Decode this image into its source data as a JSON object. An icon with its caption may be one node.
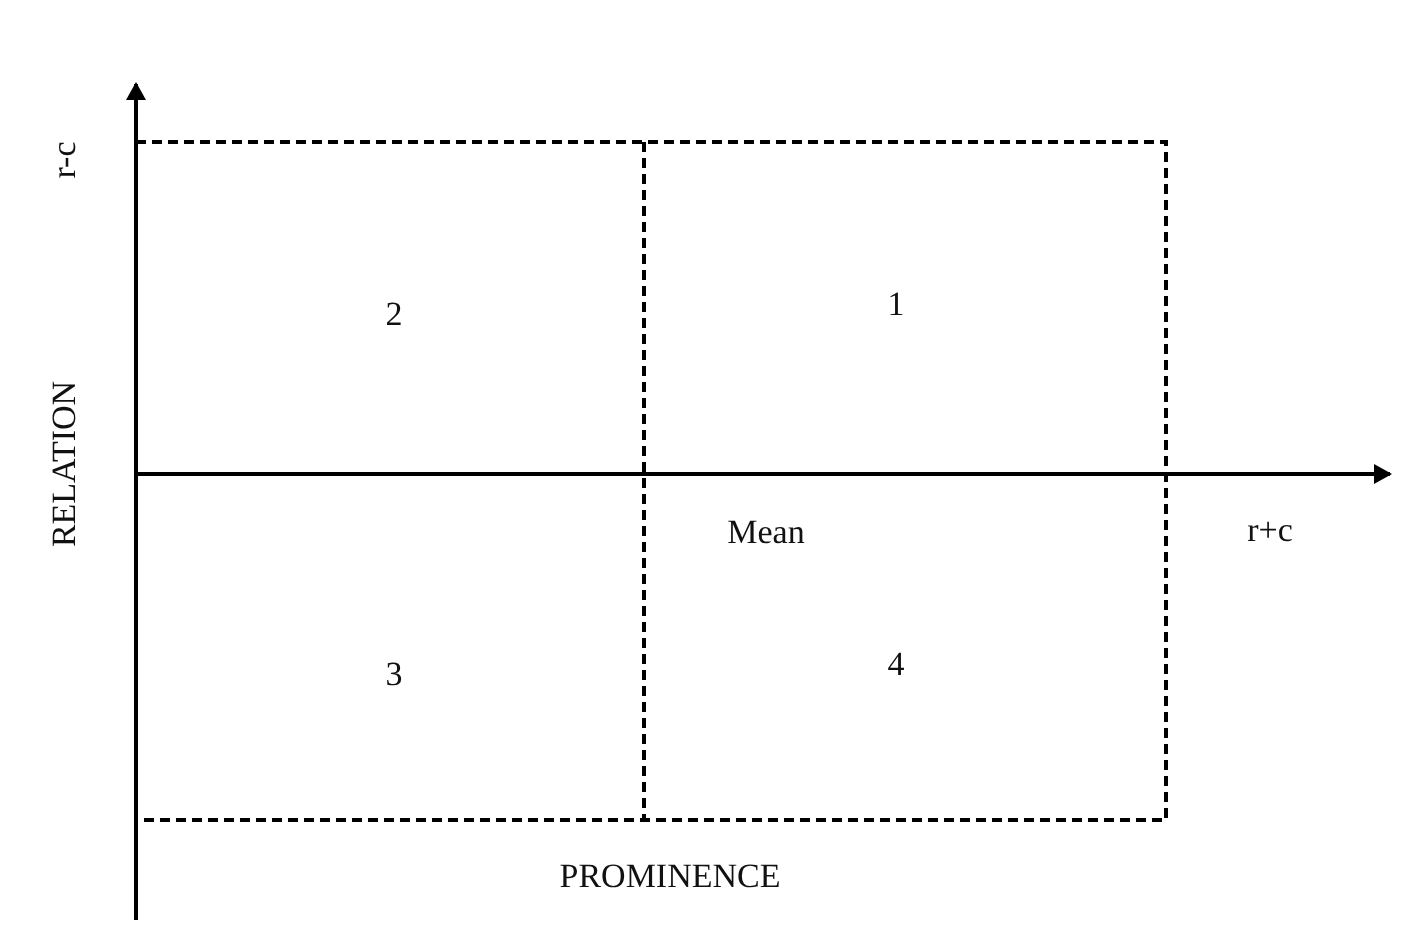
{
  "diagram": {
    "labels": [
      "r-c",
      "2",
      "1",
      "RELATION",
      "Mean",
      "r+c",
      "3",
      "4",
      "PROMINENCE"
    ]
  }
}
